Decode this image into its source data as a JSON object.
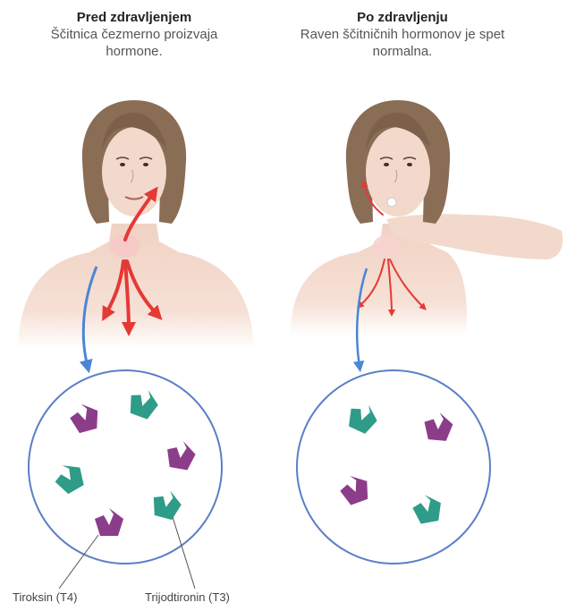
{
  "before": {
    "title": "Pred zdravljenjem",
    "subtitle_line1": "Ščitnica čezmerno proizvaja",
    "subtitle_line2": "hormone."
  },
  "after": {
    "title": "Po zdravljenju",
    "subtitle_line1": "Raven ščitničnih hormonov je spet",
    "subtitle_line2": "normalna."
  },
  "legend": {
    "t4": "Tiroksin (T4)",
    "t3": "Trijodtironin (T3)"
  },
  "colors": {
    "t4_hormone": "#8b3d8a",
    "t3_hormone": "#2e9c88",
    "arrow_red": "#e53935",
    "arrow_blue": "#4a86d6",
    "circle_outline": "#5b7fc7",
    "skin": "#f3d9cb",
    "hair": "#8a6d55"
  },
  "molecule_counts": {
    "before_t4": 3,
    "before_t3": 3,
    "after_t4": 2,
    "after_t3": 2
  }
}
